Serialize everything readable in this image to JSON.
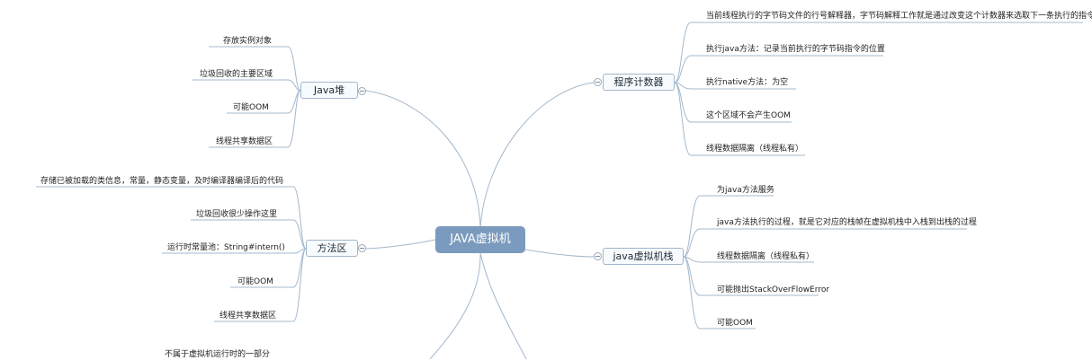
{
  "root": {
    "label": "JAVA虚拟机"
  },
  "branches": {
    "heap": {
      "label": "Java堆",
      "leaves": [
        "存放实例对象",
        "垃圾回收的主要区域",
        "可能OOM",
        "线程共享数据区"
      ]
    },
    "method_area": {
      "label": "方法区",
      "leaves": [
        "存储已被加载的类信息，常量，静态变量，及时编译器编译后的代码",
        "垃圾回收很少操作这里",
        "运行时常量池：String#intern()",
        "可能OOM",
        "线程共享数据区"
      ]
    },
    "direct_memory": {
      "leaves": [
        "不属于虚拟机运行时的一部分"
      ]
    },
    "pc": {
      "label": "程序计数器",
      "leaves": [
        "当前线程执行的字节码文件的行号解释器，字节码解释工作就是通过改变这个计数器来选取下一条执行的指令",
        "执行java方法：记录当前执行的字节码指令的位置",
        "执行native方法：为空",
        "这个区域不会产生OOM",
        "线程数据隔离（线程私有）"
      ]
    },
    "stack": {
      "label": "java虚拟机栈",
      "leaves": [
        "为java方法服务",
        "java方法执行的过程，就是它对应的栈帧在虚拟机栈中入栈到出栈的过程",
        "线程数据隔离（线程私有）",
        "可能抛出StackOverFlowError",
        "可能OOM"
      ]
    }
  },
  "colors": {
    "line": "#a3b8cc",
    "root_fill": "#7a9bbd",
    "branch_border": "#9fb6cc"
  }
}
